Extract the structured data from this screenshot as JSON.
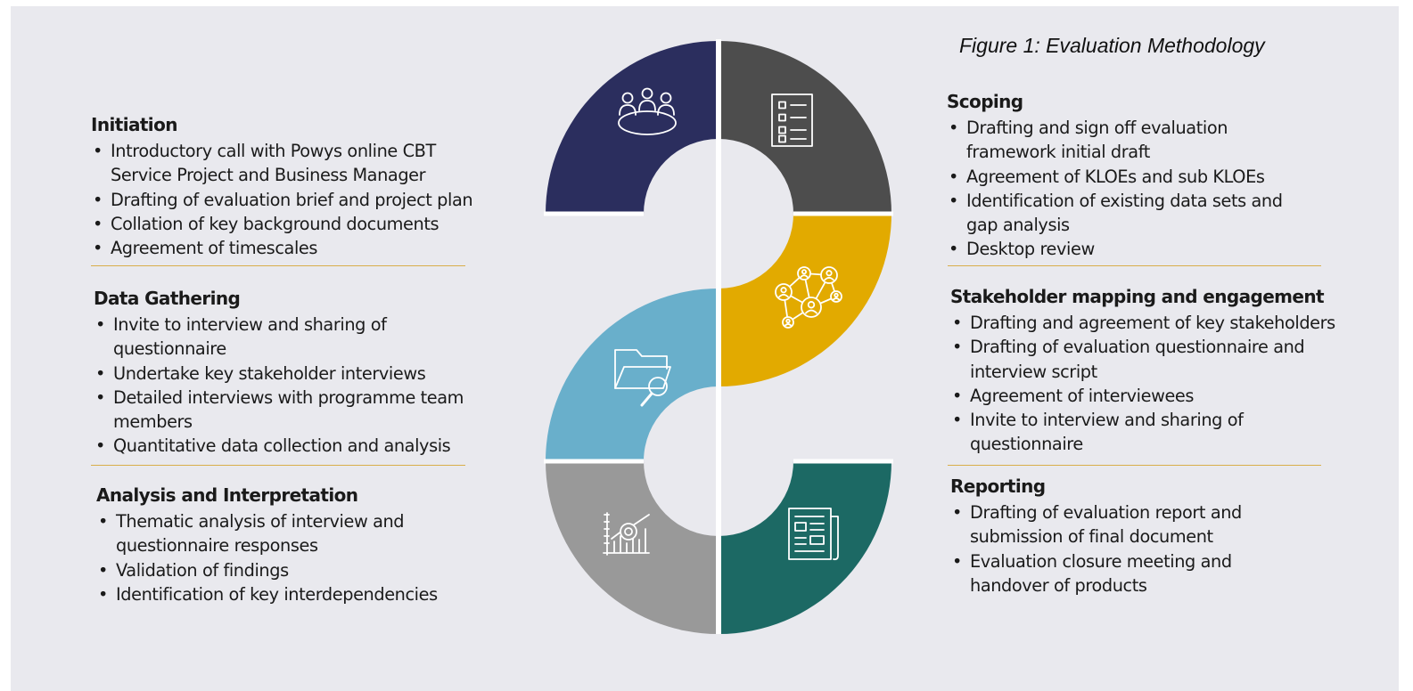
{
  "figure_title": "Figure 1: Evaluation Methodology",
  "left_sections": [
    {
      "title": "Initiation",
      "items": [
        [
          "Introductory call with Powys online CBT",
          "Service Project and Business Manager"
        ],
        [
          "Drafting of evaluation brief and project plan"
        ],
        [
          "Collation of key background documents"
        ],
        [
          "Agreement of timescales"
        ]
      ]
    },
    {
      "title": "Data Gathering",
      "items": [
        [
          "Invite to interview and sharing of",
          "questionnaire"
        ],
        [
          "Undertake key stakeholder interviews"
        ],
        [
          "Detailed interviews with programme team",
          "members"
        ],
        [
          "Quantitative data collection and analysis"
        ]
      ]
    },
    {
      "title": "Analysis and Interpretation",
      "items": [
        [
          "Thematic analysis of interview and",
          "questionnaire responses"
        ],
        [
          "Validation of findings"
        ],
        [
          "Identification of key interdependencies"
        ]
      ]
    }
  ],
  "right_sections": [
    {
      "title": "Scoping",
      "items": [
        [
          "Drafting and sign off evaluation",
          "framework initial draft"
        ],
        [
          "Agreement of KLOEs and sub KLOEs"
        ],
        [
          "Identification of existing data sets and",
          "gap analysis"
        ],
        [
          "Desktop review"
        ]
      ]
    },
    {
      "title": "Stakeholder mapping and engagement",
      "items": [
        [
          "Drafting and agreement of key stakeholders"
        ],
        [
          "Drafting of evaluation questionnaire and",
          "interview script"
        ],
        [
          "Agreement of interviewees"
        ],
        [
          "Invite to interview and sharing of",
          "questionnaire"
        ]
      ]
    },
    {
      "title": "Reporting",
      "items": [
        [
          "Drafting of evaluation report and",
          "submission of final document"
        ],
        [
          "Evaluation closure meeting and",
          "handover of products"
        ]
      ]
    }
  ],
  "segments": [
    {
      "stage": "Initiation",
      "color": "#2b2e5e",
      "icon": "meeting-table-icon"
    },
    {
      "stage": "Scoping",
      "color": "#4d4d4d",
      "icon": "checklist-icon"
    },
    {
      "stage": "Stakeholder mapping and engagement",
      "color": "#e2aa00",
      "icon": "network-people-icon"
    },
    {
      "stage": "Data Gathering",
      "color": "#69afcb",
      "icon": "folder-search-icon"
    },
    {
      "stage": "Analysis and Interpretation",
      "color": "#999999",
      "icon": "chart-analysis-icon"
    },
    {
      "stage": "Reporting",
      "color": "#1c6964",
      "icon": "newspaper-icon"
    }
  ],
  "divider_color": "#d8ae4a",
  "background_color": "#e9e9ee"
}
